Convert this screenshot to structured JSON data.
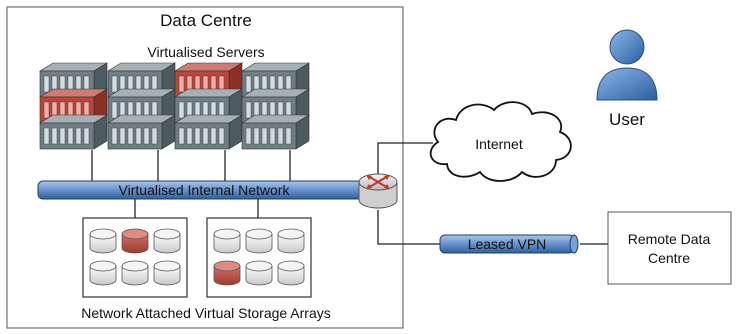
{
  "data_centre": {
    "title": "Data Centre",
    "servers_label": "Virtualised Servers",
    "network_label": "Virtualised Internal Network",
    "storage_label": "Network Attached Virtual Storage Arrays",
    "server_stacks": [
      {
        "highlight": [
          false,
          true,
          false
        ]
      },
      {
        "highlight": [
          false,
          false,
          false
        ]
      },
      {
        "highlight": [
          true,
          false,
          false
        ]
      },
      {
        "highlight": [
          false,
          false,
          false
        ]
      }
    ],
    "storage_arrays": [
      {
        "highlight": [
          false,
          true,
          false,
          false,
          false,
          false
        ]
      },
      {
        "highlight": [
          false,
          false,
          false,
          true,
          false,
          false
        ]
      }
    ]
  },
  "internet_label": "Internet",
  "user_label": "User",
  "vpn_label": "Leased VPN",
  "remote_label": "Remote Data Centre",
  "remote_label_lines": [
    "Remote Data",
    "Centre"
  ],
  "colors": {
    "normal_unit": "#6f7d84",
    "highlight_unit": "#b8463c",
    "pipe": "#4a78b5",
    "person": "#4f86c6",
    "frame": "#6f6f6f"
  }
}
